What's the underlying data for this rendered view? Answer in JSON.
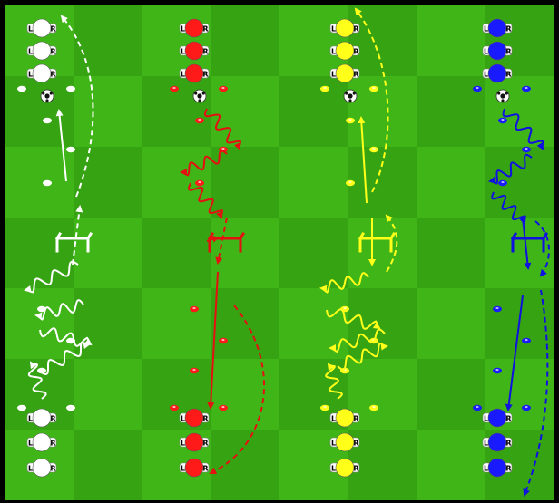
{
  "colors": {
    "grass_light": "#3fb518",
    "grass_dark": "#36a313",
    "border": "#000000",
    "ball_white": "#ffffff",
    "ball_black": "#111111"
  },
  "player_badges": {
    "left": "L",
    "right": "R"
  },
  "lanes": [
    {
      "name": "white-lane",
      "color": "#ffffff",
      "stroke": "#ffffff"
    },
    {
      "name": "red-lane",
      "color": "#ff1a1a",
      "stroke": "#e51010"
    },
    {
      "name": "yellow-lane",
      "color": "#ffff1a",
      "stroke": "#ffff1a"
    },
    {
      "name": "blue-lane",
      "color": "#1a1aff",
      "stroke": "#1010e0"
    }
  ]
}
